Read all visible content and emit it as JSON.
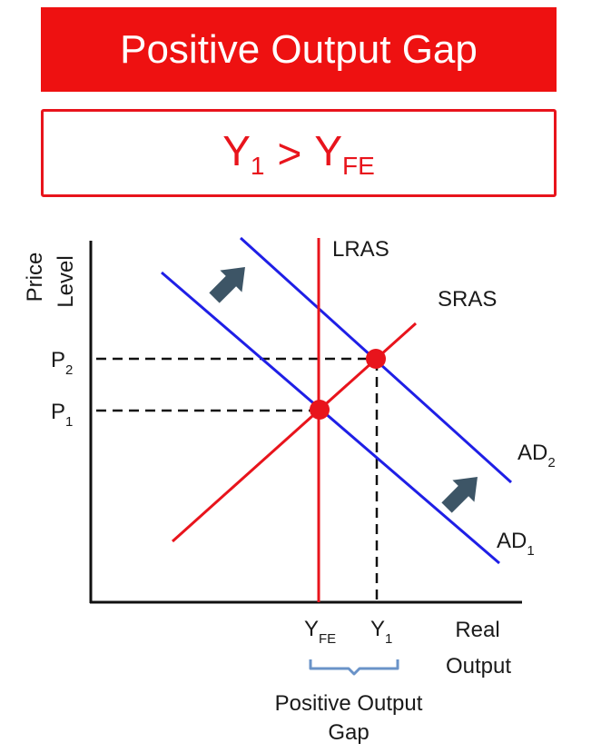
{
  "title": "Positive Output Gap",
  "banner_color": "#ee1111",
  "formula": {
    "left_var": "Y",
    "left_sub": "1",
    "operator": ">",
    "right_var": "Y",
    "right_sub": "FE"
  },
  "axes": {
    "y_label_line1": "Price",
    "y_label_line2": "Level",
    "x_label_line1": "Real",
    "x_label_line2": "Output"
  },
  "curves": {
    "lras": "LRAS",
    "sras": "SRAS",
    "ad2_main": "AD",
    "ad2_sub": "2",
    "ad1_main": "AD",
    "ad1_sub": "1"
  },
  "price_levels": {
    "p2_main": "P",
    "p2_sub": "2",
    "p1_main": "P",
    "p1_sub": "1"
  },
  "output_levels": {
    "yfe_main": "Y",
    "yfe_sub": "FE",
    "y1_main": "Y",
    "y1_sub": "1"
  },
  "gap_label": {
    "line1": "Positive Output",
    "line2": "Gap"
  },
  "colors": {
    "ad": "#1f1fe6",
    "lras_sras": "#e8141c",
    "arrow": "#3d5566",
    "brace": "#6a93c8",
    "axis": "#111111"
  },
  "icons": [
    "shift-arrow-icon",
    "shift-arrow-icon"
  ]
}
